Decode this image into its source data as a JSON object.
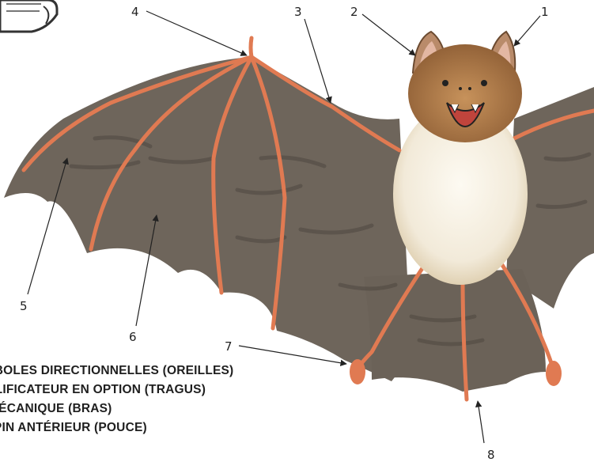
{
  "callouts": [
    "1",
    "2",
    "3",
    "4",
    "5",
    "6",
    "7",
    "8"
  ],
  "legend": [
    "RABOLES DIRECTIONNELLES (OREILLES)",
    "MPLIFICATEUR EN OPTION (TRAGUS)",
    "E MÉCANIQUE (BRAS)",
    "APPIN ANTÉRIEUR (POUCE)"
  ],
  "colors": {
    "wing_membrane": "#6e655b",
    "bones": "#e07a52",
    "fur_belly": "#f7f1e4",
    "fur_head": "#b27d4a"
  }
}
